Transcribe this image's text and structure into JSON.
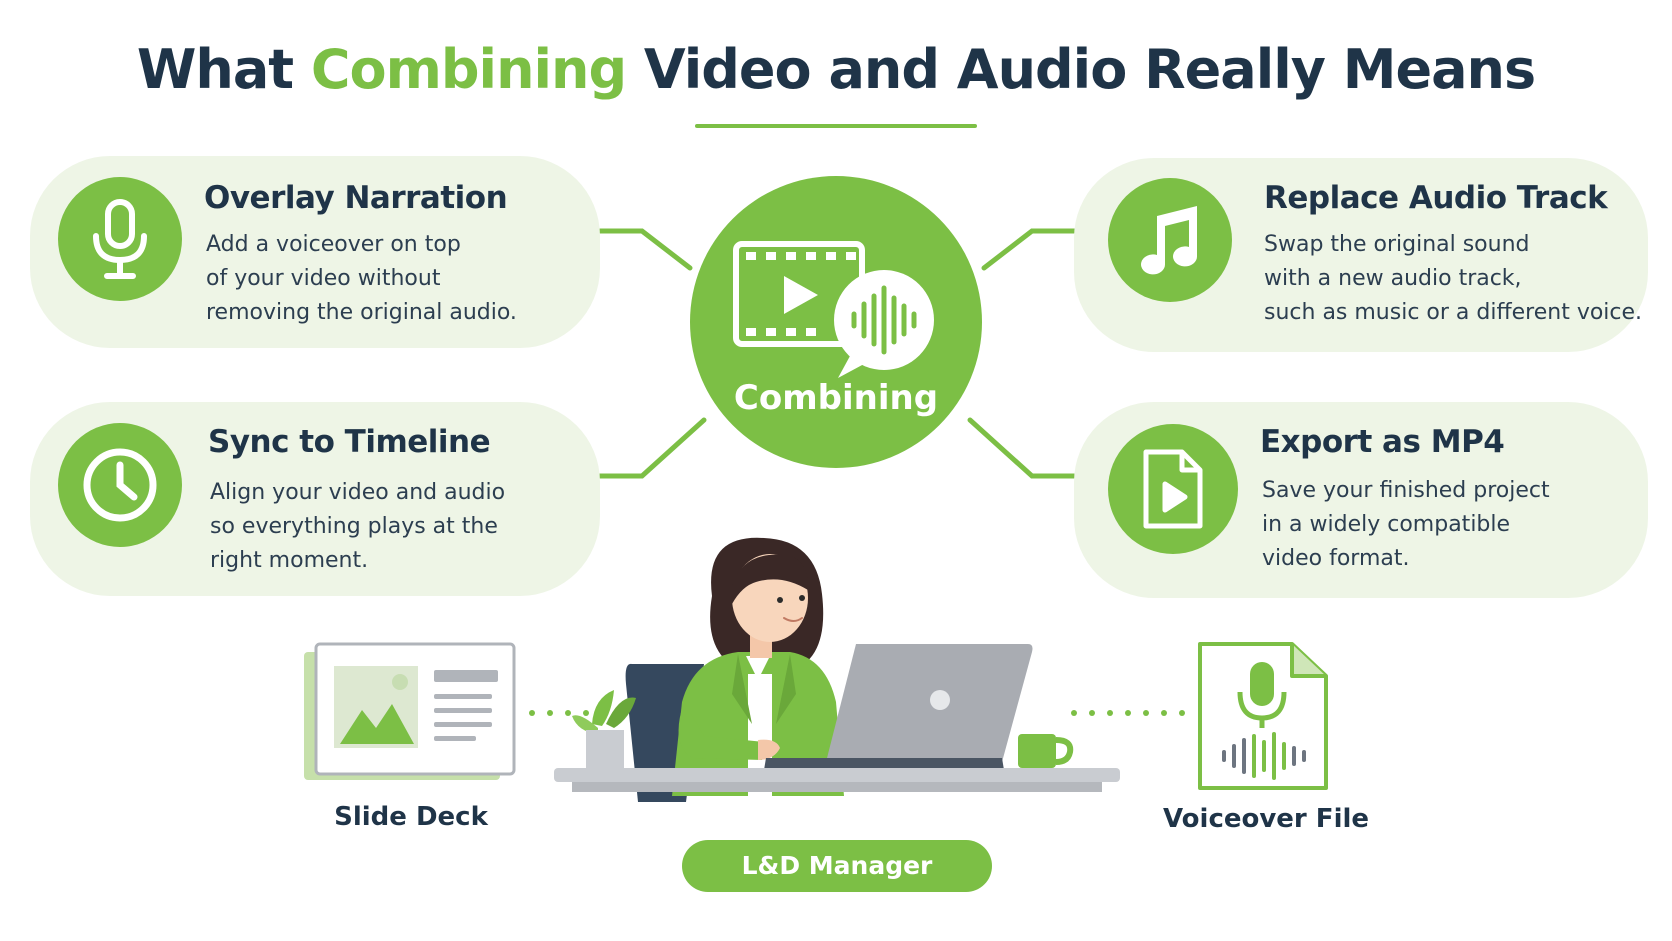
{
  "title": {
    "part1": "What ",
    "highlight": "Combining",
    "part2": " Video and Audio Really Means"
  },
  "hub": {
    "label": "Combining",
    "icon": "video-audio-icon"
  },
  "cards": [
    {
      "id": "overlay",
      "title": "Overlay Narration",
      "icon": "microphone-icon",
      "lines": [
        "Add a voiceover on top",
        "of your video without",
        "removing the original audio."
      ]
    },
    {
      "id": "replace",
      "title": "Replace Audio Track",
      "icon": "music-note-icon",
      "lines": [
        "Swap the original sound",
        "with a new audio track,",
        "such as music or a different voice."
      ]
    },
    {
      "id": "sync",
      "title": "Sync to Timeline",
      "icon": "clock-icon",
      "lines": [
        "Align your video and audio",
        "so everything plays at the",
        "right moment."
      ]
    },
    {
      "id": "export",
      "title": "Export as MP4",
      "icon": "video-file-icon",
      "lines": [
        "Save your finished project",
        "in a widely compatible",
        "video format."
      ]
    }
  ],
  "bottom": {
    "slide_deck": "Slide Deck",
    "voiceover_file": "Voiceover File",
    "role": "L&D Manager"
  },
  "colors": {
    "accent": "#7cbf45",
    "card_bg": "#eef5e6",
    "text": "#1f3448"
  }
}
